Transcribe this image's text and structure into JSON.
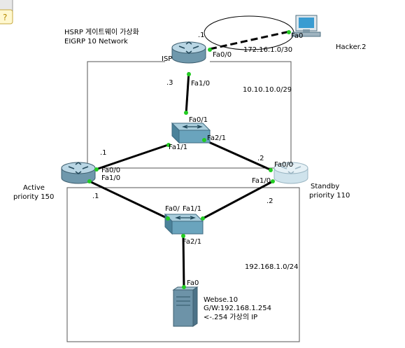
{
  "notes": {
    "title_line1": "HSRP 게이트웨이 가상화",
    "title_line2": "EIGRP 10 Network"
  },
  "devices": {
    "isp": {
      "label": "ISP"
    },
    "hacker": {
      "label": "Hacker.2"
    },
    "active": {
      "label_line1": "Active",
      "label_line2": "priority 150"
    },
    "standby": {
      "label_line1": "Standby",
      "label_line2": "priority 110"
    },
    "server": {
      "label_line1": "Webse.10",
      "label_line2": "G/W:192.168.1.254",
      "label_line3": "<-.254 가상의 IP"
    }
  },
  "networks": {
    "net_isp_hacker": "172.16.1.0/30",
    "net_core": "10.10.10.0/29",
    "net_lan": "192.168.1.0/24"
  },
  "interfaces": {
    "isp_fa00": "Fa0/0",
    "isp_fa10": "Fa1/0",
    "hacker_fa0": "Fa0",
    "sw1_fa01": "Fa0/1",
    "sw1_fa11": "Fa1/1",
    "sw1_fa21": "Fa2/1",
    "active_fa00": "Fa0/0",
    "active_fa10": "Fa1/0",
    "standby_fa00": "Fa0/0",
    "standby_fa10": "Fa1/0",
    "sw2_fa0": "Fa0/",
    "sw2_fa11": "Fa1/1",
    "sw2_fa21": "Fa2/1",
    "server_fa0": "Fa0"
  },
  "host_ids": {
    "isp_loop": ".1",
    "isp_core": ".3",
    "active_core": ".1",
    "standby_core": ".2",
    "active_lan": ".1",
    "standby_lan": ".2"
  },
  "colors": {
    "link": "#000000",
    "port_up": "#22cc22",
    "area_border": "#555555",
    "router_body": "#8eb6c8",
    "router_top": "#b9d6e4",
    "standby_body": "#cfe3ec",
    "switch_body": "#6aa4bd",
    "server_body": "#6d93a8"
  }
}
